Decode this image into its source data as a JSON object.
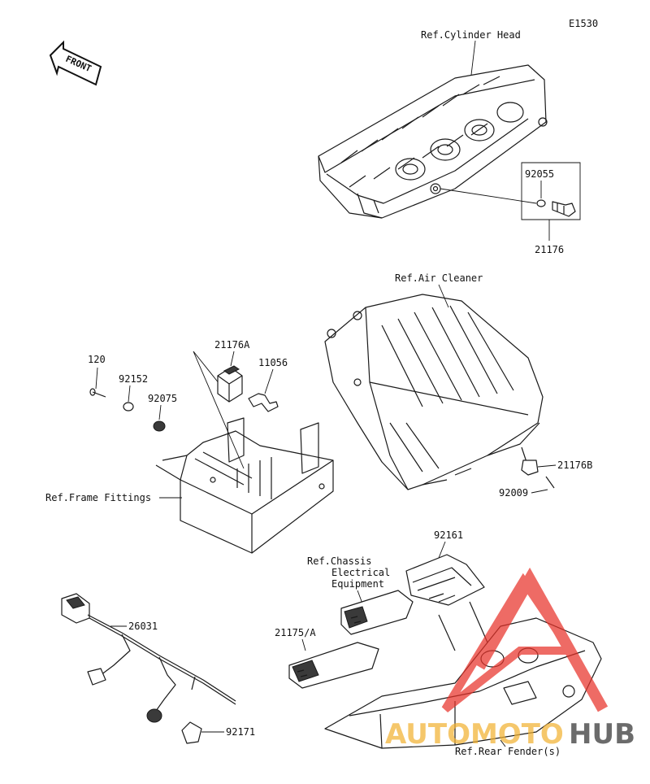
{
  "diagram_code": "E1530",
  "front_label": "FRONT",
  "refs": {
    "cylinder_head": "Ref.Cylinder Head",
    "air_cleaner": "Ref.Air Cleaner",
    "frame_fittings": "Ref.Frame Fittings",
    "chassis_line1": "Ref.Chassis",
    "chassis_line2": "Electrical",
    "chassis_line3": "Equipment",
    "rear_fender": "Ref.Rear Fender(s)"
  },
  "parts": {
    "p92055": "92055",
    "p21176": "21176",
    "p21176A": "21176A",
    "p11056": "11056",
    "p120": "120",
    "p92152": "92152",
    "p92075": "92075",
    "p21176B": "21176B",
    "p92009": "92009",
    "p92161": "92161",
    "p21175A": "21175/A",
    "p26031": "26031",
    "p92171": "92171"
  },
  "watermark": {
    "part1": "AUTOMOTO",
    "part2": "HUB",
    "color_red": "#e8332a",
    "color_yellow": "#f2b233",
    "color_dark": "#333333"
  }
}
